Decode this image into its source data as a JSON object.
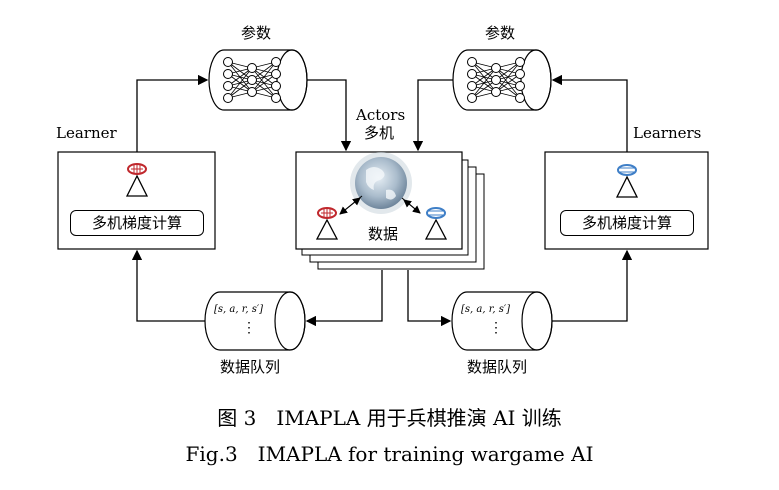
{
  "params_left": "参数",
  "params_right": "参数",
  "learner_left": "Learner",
  "learner_right": "Learners",
  "actors_line1": "Actors",
  "actors_line2": "多机",
  "multi_gpu_left": "多机梯度计算",
  "multi_gpu_right": "多机梯度计算",
  "data_label": "数据",
  "queue_left_tuple": "[s, a, r, s′]",
  "queue_right_tuple": "[s, a, r, s′]",
  "queue_dots": "⋮",
  "queue_left_label": "数据队列",
  "queue_right_label": "数据队列",
  "caption_cn": "图 3　IMAPLA 用于兵棋推演 AI 训练",
  "caption_en": "Fig.3　IMAPLA for training wargame AI",
  "colors": {
    "red": "#c0282d",
    "blue": "#3f7fc7"
  }
}
